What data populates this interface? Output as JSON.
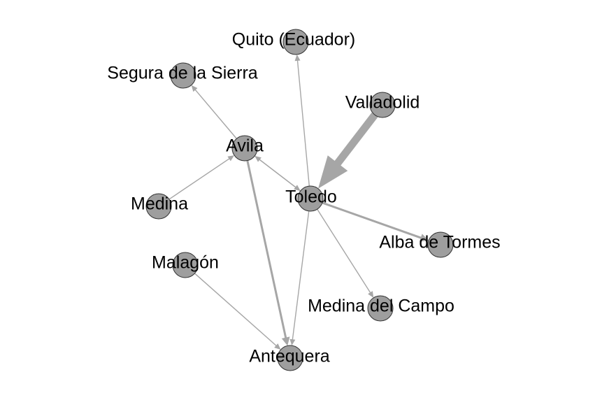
{
  "colors": {
    "background": "#ffffff",
    "node_fill": "#9e9e9e",
    "edge": "#a6a6a6",
    "text": "#000000"
  },
  "nodes": [
    {
      "id": "quito",
      "label": "Quito (Ecuador)"
    },
    {
      "id": "segura",
      "label": "Segura de la Sierra"
    },
    {
      "id": "valladolid",
      "label": "Valladolid"
    },
    {
      "id": "avila",
      "label": "Avila"
    },
    {
      "id": "toledo",
      "label": "Toledo"
    },
    {
      "id": "medina",
      "label": "Medina"
    },
    {
      "id": "alba",
      "label": "Alba de Tormes"
    },
    {
      "id": "malagon",
      "label": "Malagón"
    },
    {
      "id": "medina_campo",
      "label": "Medina del Campo"
    },
    {
      "id": "antequera",
      "label": "Antequera"
    }
  ],
  "edges": [
    {
      "from": "valladolid",
      "to": "toledo",
      "weight": 5
    },
    {
      "from": "toledo",
      "to": "quito",
      "weight": 1
    },
    {
      "from": "toledo",
      "to": "alba",
      "weight": 2
    },
    {
      "from": "toledo",
      "to": "medina_campo",
      "weight": 1
    },
    {
      "from": "toledo",
      "to": "antequera",
      "weight": 1
    },
    {
      "from": "toledo",
      "to": "avila",
      "weight": 1
    },
    {
      "from": "avila",
      "to": "toledo",
      "weight": 1
    },
    {
      "from": "avila",
      "to": "segura",
      "weight": 1
    },
    {
      "from": "avila",
      "to": "antequera",
      "weight": 2
    },
    {
      "from": "medina",
      "to": "avila",
      "weight": 1
    },
    {
      "from": "malagon",
      "to": "antequera",
      "weight": 1
    }
  ]
}
